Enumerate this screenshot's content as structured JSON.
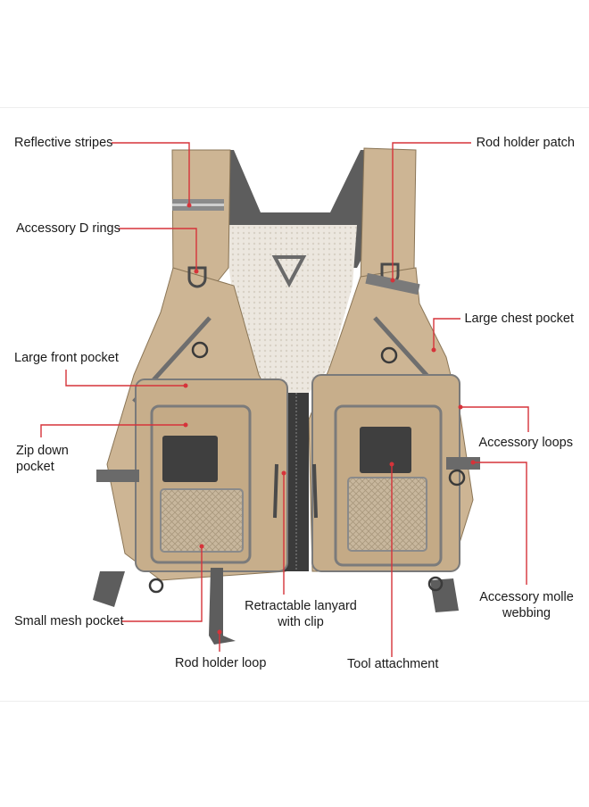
{
  "annotations": {
    "reflective_stripes": "Reflective stripes",
    "accessory_d_rings": "Accessory D rings",
    "large_front_pocket": "Large front pocket",
    "zip_down_pocket_line1": "Zip down",
    "zip_down_pocket_line2": "pocket",
    "small_mesh_pocket": "Small mesh pocket",
    "rod_holder_loop": "Rod holder loop",
    "retractable_lanyard_line1": "Retractable lanyard",
    "retractable_lanyard_line2": "with clip",
    "tool_attachment": "Tool attachment",
    "rod_holder_patch": "Rod holder patch",
    "large_chest_pocket": "Large chest pocket",
    "accessory_loops": "Accessory loops",
    "accessory_molle_line1": "Accessory molle",
    "accessory_molle_line2": "webbing"
  },
  "colors": {
    "vest_body": "#cdb594",
    "vest_shadow": "#b89e7a",
    "trim_gray": "#6e6e6e",
    "mesh": "#e9e4dc",
    "callout_line": "#d6333a"
  }
}
